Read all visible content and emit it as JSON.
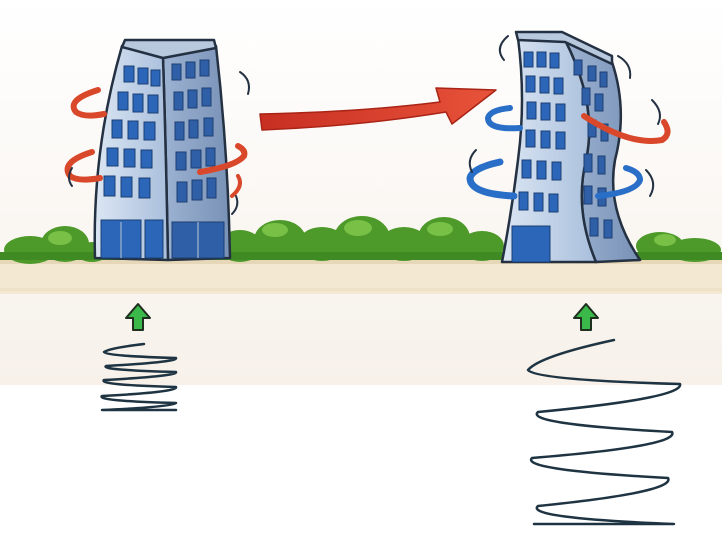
{
  "scene": {
    "subject": "two-buildings-swaying-with-springs",
    "colors": {
      "background_top": "#fdfbf8",
      "ground": "#f2e6cf",
      "bush": "#4f9a2b",
      "bush_light": "#7cc24a",
      "building_wall": "#c8d8ea",
      "building_shadow": "#93a9c6",
      "window": "#2b66b8",
      "outline": "#243142",
      "motion_red": "#d9482b",
      "motion_blue": "#2a6fc7",
      "arrow_red": "#d93a28",
      "up_arrow": "#3bb84a",
      "spring": "#1f3442"
    },
    "left": {
      "building": "building-icon",
      "wobble_marks": "red-motion-arcs",
      "support_arrow": "up-arrow-icon",
      "spring": "short-spring"
    },
    "right": {
      "building": "building-icon",
      "wobble_marks": "red-and-blue-motion-arcs",
      "support_arrow": "up-arrow-icon",
      "spring": "tall-spring"
    },
    "center_arrow": "right-arrow-icon"
  }
}
